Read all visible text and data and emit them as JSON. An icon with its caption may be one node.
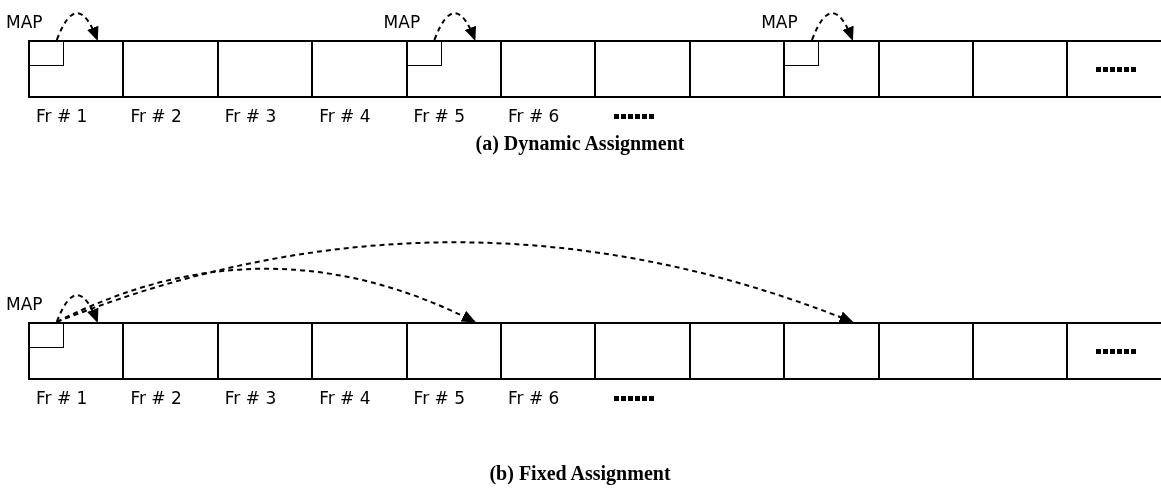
{
  "diagram": {
    "nodes": [
      {
        "text": [],
        "shape": "box"
      },
      {
        "text": [],
        "shape": "box"
      },
      {
        "text": [],
        "shape": "box"
      },
      {
        "text": [],
        "shape": "box"
      },
      {
        "text": [],
        "shape": "box"
      },
      {
        "text": [],
        "shape": "box"
      },
      {
        "text": [],
        "shape": "box"
      },
      {
        "text": [],
        "shape": "box"
      },
      {
        "text": [],
        "shape": "box"
      },
      {
        "text": [],
        "shape": "box"
      },
      {
        "text": [],
        "shape": "box"
      },
      {
        "text": [],
        "shape": "box"
      },
      {
        "text": [],
        "shape": "box",
        "in": 0,
        "beside": [
          "MAP"
        ]
      },
      {
        "text": [],
        "shape": "box",
        "in": 4,
        "beside": [
          "MAP"
        ]
      },
      {
        "text": [],
        "shape": "box",
        "in": 8,
        "beside": [
          "MAP"
        ]
      },
      {
        "text": [],
        "shape": "box"
      },
      {
        "text": [],
        "shape": "box"
      },
      {
        "text": [],
        "shape": "box"
      },
      {
        "text": [],
        "shape": "box"
      },
      {
        "text": [],
        "shape": "box"
      },
      {
        "text": [],
        "shape": "box"
      },
      {
        "text": [],
        "shape": "box"
      },
      {
        "text": [],
        "shape": "box"
      },
      {
        "text": [],
        "shape": "box"
      },
      {
        "text": [],
        "shape": "box"
      },
      {
        "text": [],
        "shape": "box"
      },
      {
        "text": [],
        "shape": "box"
      },
      {
        "text": [],
        "shape": "box",
        "in": 15,
        "beside": [
          "MAP"
        ]
      }
    ],
    "edges": [
      {
        "from": 12,
        "to": 0,
        "arrow": "to",
        "style": "dashed"
      },
      {
        "from": 13,
        "to": 4,
        "arrow": "to",
        "style": "dashed"
      },
      {
        "from": 14,
        "to": 8,
        "arrow": "to",
        "style": "dashed"
      },
      {
        "from": 27,
        "to": 15,
        "arrow": "to",
        "style": "dashed"
      },
      {
        "from": 27,
        "to": 19,
        "arrow": "to",
        "style": "dashed"
      },
      {
        "from": 27,
        "to": 23,
        "arrow": "to",
        "style": "dashed"
      }
    ],
    "labels": [
      "Fr # 1",
      "Fr # 2",
      "Fr # 3",
      "Fr # 4",
      "Fr # 5",
      "Fr # 6",
      "(a) Dynamic Assignment",
      "Fr # 1",
      "Fr # 2",
      "Fr # 3",
      "Fr # 4",
      "Fr # 5",
      "Fr # 6",
      "(b) Fixed Assignment"
    ]
  }
}
